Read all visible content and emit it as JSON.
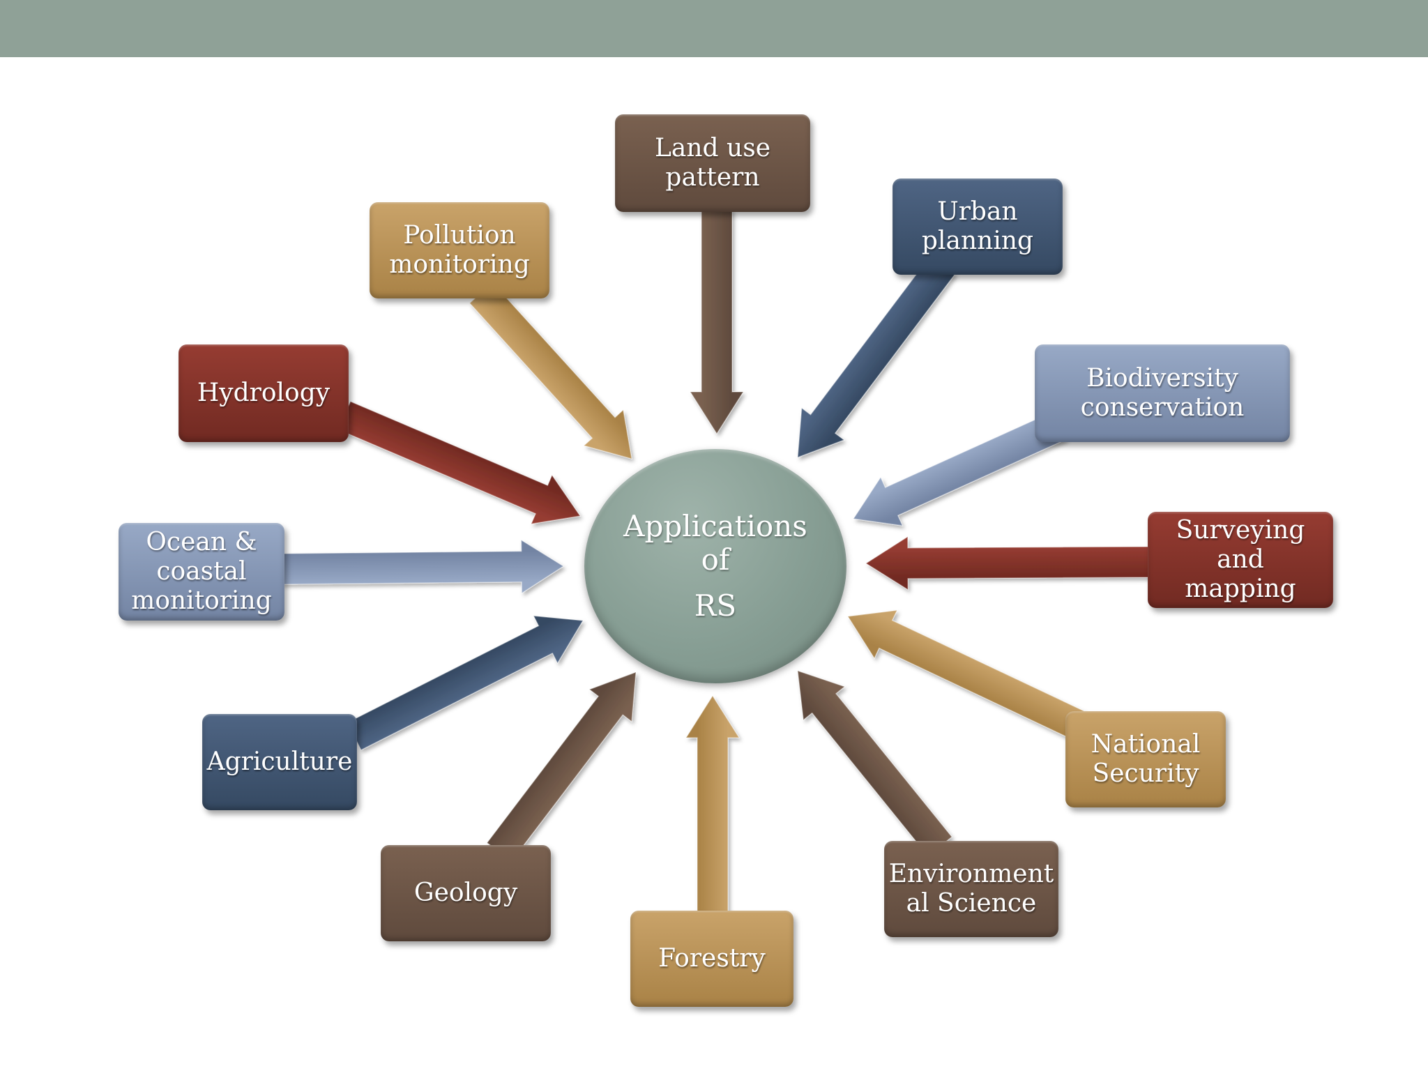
{
  "diagram": {
    "center": {
      "line1": "Applications",
      "line2": "of",
      "line3": "RS"
    },
    "nodes": {
      "land_use": {
        "line1": "Land use",
        "line2": "pattern"
      },
      "urban": {
        "line1": "Urban",
        "line2": "planning"
      },
      "biodiversity": {
        "line1": "Biodiversity",
        "line2": "conservation"
      },
      "surveying": {
        "line1": "Surveying and",
        "line2": "mapping"
      },
      "national_security": {
        "line1": "National",
        "line2": "Security"
      },
      "environmental": {
        "line1": "Environment",
        "line2": "al Science"
      },
      "forestry": {
        "line1": "Forestry"
      },
      "geology": {
        "line1": "Geology"
      },
      "agriculture": {
        "line1": "Agriculture"
      },
      "ocean": {
        "line1": "Ocean &",
        "line2": "coastal",
        "line3": "monitoring"
      },
      "hydrology": {
        "line1": "Hydrology"
      },
      "pollution": {
        "line1": "Pollution",
        "line2": "monitoring"
      }
    }
  }
}
